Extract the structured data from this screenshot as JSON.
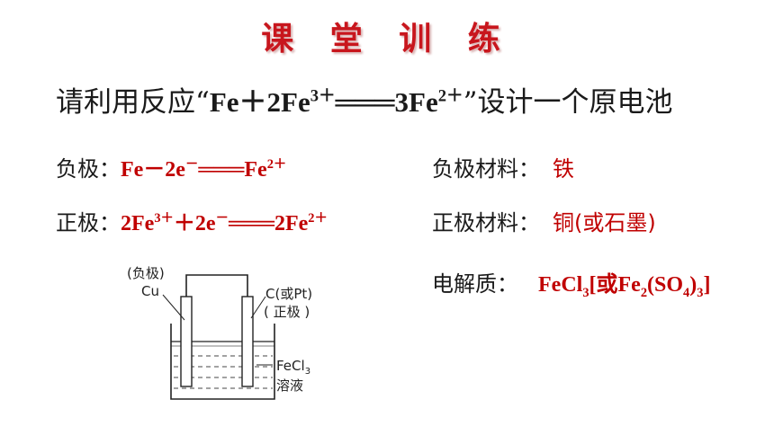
{
  "heading": "课 堂 训 练",
  "prompt": {
    "lead": "请利用反应“",
    "reaction": {
      "p1": "Fe＋2Fe",
      "c1": "3＋",
      "p2": "═══3Fe",
      "c2": "2＋"
    },
    "tail": "”设计一个原电池"
  },
  "negative_electrode": {
    "label": "负极：",
    "p1": "Fe－2e",
    "c1": "－",
    "p2": "═══Fe",
    "c2": "2＋"
  },
  "positive_electrode": {
    "label": "正极：",
    "p1": "2Fe",
    "c1": "3＋",
    "p2": "＋2e",
    "c2": "－",
    "p3": "═══2Fe",
    "c3": "2＋"
  },
  "negative_material": {
    "label": "负极材料：",
    "value": "铁"
  },
  "positive_material": {
    "label": "正极材料：",
    "value": "铜(或石墨)"
  },
  "electrolyte": {
    "label": "电解质：",
    "p1": "FeCl",
    "s1": "3",
    "p2": "[或Fe",
    "s2": "2",
    "p3": "(SO",
    "s3": "4",
    "p4": ")",
    "s4": "3",
    "p5": "]"
  },
  "diagram": {
    "left_label_1": "(负极)",
    "left_label_2": "Cu",
    "right_label_1": "C(或Pt)",
    "right_label_2": "( 正极 )",
    "solution_formula": "FeCl",
    "solution_sub": "3",
    "solution_label": "溶液"
  }
}
